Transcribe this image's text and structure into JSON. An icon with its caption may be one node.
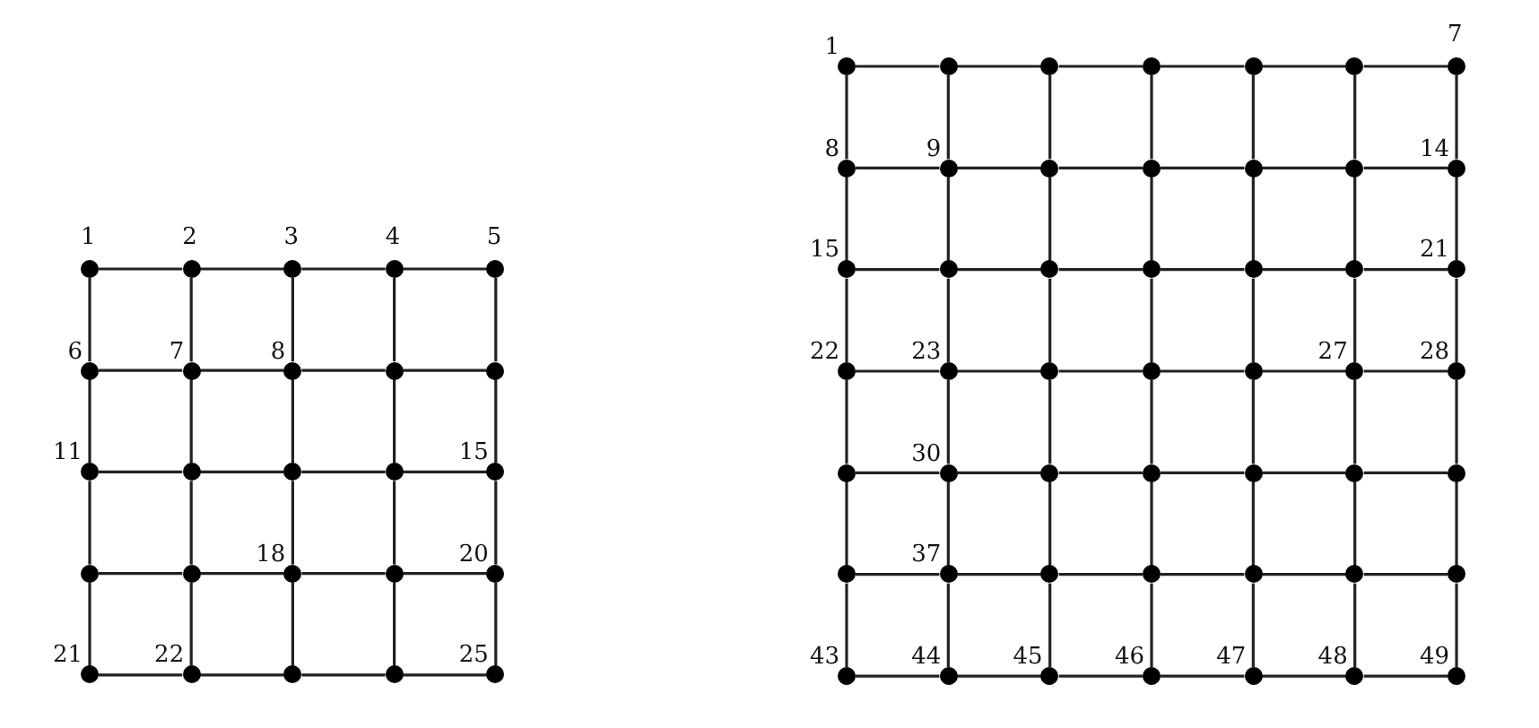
{
  "diagram": {
    "nodes": [
      {
        "text": [],
        "shape": "circle",
        "beside": [
          "1"
        ]
      },
      {
        "text": [],
        "shape": "circle",
        "beside": [
          "2"
        ]
      },
      {
        "text": [],
        "shape": "circle",
        "beside": [
          "3"
        ]
      },
      {
        "text": [],
        "shape": "circle",
        "beside": [
          "4"
        ]
      },
      {
        "text": [],
        "shape": "circle",
        "beside": [
          "5"
        ]
      },
      {
        "text": [],
        "shape": "circle",
        "beside": [
          "6"
        ]
      },
      {
        "text": [],
        "shape": "circle",
        "beside": [
          "7"
        ]
      },
      {
        "text": [],
        "shape": "circle",
        "beside": [
          "8"
        ]
      },
      {
        "text": [],
        "shape": "circle"
      },
      {
        "text": [],
        "shape": "circle"
      },
      {
        "text": [],
        "shape": "circle",
        "beside": [
          "11"
        ]
      },
      {
        "text": [],
        "shape": "circle"
      },
      {
        "text": [],
        "shape": "circle"
      },
      {
        "text": [],
        "shape": "circle"
      },
      {
        "text": [],
        "shape": "circle",
        "beside": [
          "15"
        ]
      },
      {
        "text": [],
        "shape": "circle"
      },
      {
        "text": [],
        "shape": "circle"
      },
      {
        "text": [],
        "shape": "circle",
        "beside": [
          "18"
        ]
      },
      {
        "text": [],
        "shape": "circle"
      },
      {
        "text": [],
        "shape": "circle",
        "beside": [
          "20"
        ]
      },
      {
        "text": [],
        "shape": "circle",
        "beside": [
          "21"
        ]
      },
      {
        "text": [],
        "shape": "circle",
        "beside": [
          "22"
        ]
      },
      {
        "text": [],
        "shape": "circle"
      },
      {
        "text": [],
        "shape": "circle"
      },
      {
        "text": [],
        "shape": "circle",
        "beside": [
          "25"
        ]
      },
      {
        "text": [],
        "shape": "circle",
        "beside": [
          "1"
        ]
      },
      {
        "text": [],
        "shape": "circle"
      },
      {
        "text": [],
        "shape": "circle"
      },
      {
        "text": [],
        "shape": "circle"
      },
      {
        "text": [],
        "shape": "circle"
      },
      {
        "text": [],
        "shape": "circle"
      },
      {
        "text": [],
        "shape": "circle",
        "beside": [
          "7"
        ]
      },
      {
        "text": [],
        "shape": "circle",
        "beside": [
          "8"
        ]
      },
      {
        "text": [],
        "shape": "circle",
        "beside": [
          "9"
        ]
      },
      {
        "text": [],
        "shape": "circle"
      },
      {
        "text": [],
        "shape": "circle"
      },
      {
        "text": [],
        "shape": "circle"
      },
      {
        "text": [],
        "shape": "circle"
      },
      {
        "text": [],
        "shape": "circle",
        "beside": [
          "14"
        ]
      },
      {
        "text": [],
        "shape": "circle",
        "beside": [
          "15"
        ]
      },
      {
        "text": [],
        "shape": "circle"
      },
      {
        "text": [],
        "shape": "circle"
      },
      {
        "text": [],
        "shape": "circle"
      },
      {
        "text": [],
        "shape": "circle"
      },
      {
        "text": [],
        "shape": "circle"
      },
      {
        "text": [],
        "shape": "circle",
        "beside": [
          "21"
        ]
      },
      {
        "text": [],
        "shape": "circle",
        "beside": [
          "22"
        ]
      },
      {
        "text": [],
        "shape": "circle",
        "beside": [
          "23"
        ]
      },
      {
        "text": [],
        "shape": "circle"
      },
      {
        "text": [],
        "shape": "circle"
      },
      {
        "text": [],
        "shape": "circle"
      },
      {
        "text": [],
        "shape": "circle",
        "beside": [
          "27"
        ]
      },
      {
        "text": [],
        "shape": "circle",
        "beside": [
          "28"
        ]
      },
      {
        "text": [],
        "shape": "circle"
      },
      {
        "text": [],
        "shape": "circle",
        "beside": [
          "30"
        ]
      },
      {
        "text": [],
        "shape": "circle"
      },
      {
        "text": [],
        "shape": "circle"
      },
      {
        "text": [],
        "shape": "circle"
      },
      {
        "text": [],
        "shape": "circle"
      },
      {
        "text": [],
        "shape": "circle"
      },
      {
        "text": [],
        "shape": "circle"
      },
      {
        "text": [],
        "shape": "circle",
        "beside": [
          "37"
        ]
      },
      {
        "text": [],
        "shape": "circle"
      },
      {
        "text": [],
        "shape": "circle"
      },
      {
        "text": [],
        "shape": "circle"
      },
      {
        "text": [],
        "shape": "circle"
      },
      {
        "text": [],
        "shape": "circle"
      },
      {
        "text": [],
        "shape": "circle",
        "beside": [
          "43"
        ]
      },
      {
        "text": [],
        "shape": "circle",
        "beside": [
          "44"
        ]
      },
      {
        "text": [],
        "shape": "circle",
        "beside": [
          "45"
        ]
      },
      {
        "text": [],
        "shape": "circle",
        "beside": [
          "46"
        ]
      },
      {
        "text": [],
        "shape": "circle",
        "beside": [
          "47"
        ]
      },
      {
        "text": [],
        "shape": "circle",
        "beside": [
          "48"
        ]
      },
      {
        "text": [],
        "shape": "circle",
        "beside": [
          "49"
        ]
      }
    ],
    "edges": [
      {
        "from": 0,
        "to": 1,
        "arrow": "none"
      },
      {
        "from": 1,
        "to": 2,
        "arrow": "none"
      },
      {
        "from": 2,
        "to": 3,
        "arrow": "none"
      },
      {
        "from": 3,
        "to": 4,
        "arrow": "none"
      },
      {
        "from": 5,
        "to": 6,
        "arrow": "none"
      },
      {
        "from": 6,
        "to": 7,
        "arrow": "none"
      },
      {
        "from": 7,
        "to": 8,
        "arrow": "none"
      },
      {
        "from": 8,
        "to": 9,
        "arrow": "none"
      },
      {
        "from": 10,
        "to": 11,
        "arrow": "none"
      },
      {
        "from": 11,
        "to": 12,
        "arrow": "none"
      },
      {
        "from": 12,
        "to": 13,
        "arrow": "none"
      },
      {
        "from": 13,
        "to": 14,
        "arrow": "none"
      },
      {
        "from": 15,
        "to": 16,
        "arrow": "none"
      },
      {
        "from": 16,
        "to": 17,
        "arrow": "none"
      },
      {
        "from": 17,
        "to": 18,
        "arrow": "none"
      },
      {
        "from": 18,
        "to": 19,
        "arrow": "none"
      },
      {
        "from": 20,
        "to": 21,
        "arrow": "none"
      },
      {
        "from": 21,
        "to": 22,
        "arrow": "none"
      },
      {
        "from": 22,
        "to": 23,
        "arrow": "none"
      },
      {
        "from": 23,
        "to": 24,
        "arrow": "none"
      },
      {
        "from": 0,
        "to": 5,
        "arrow": "none"
      },
      {
        "from": 1,
        "to": 6,
        "arrow": "none"
      },
      {
        "from": 2,
        "to": 7,
        "arrow": "none"
      },
      {
        "from": 3,
        "to": 8,
        "arrow": "none"
      },
      {
        "from": 4,
        "to": 9,
        "arrow": "none"
      },
      {
        "from": 5,
        "to": 10,
        "arrow": "none"
      },
      {
        "from": 6,
        "to": 11,
        "arrow": "none"
      },
      {
        "from": 7,
        "to": 12,
        "arrow": "none"
      },
      {
        "from": 8,
        "to": 13,
        "arrow": "none"
      },
      {
        "from": 9,
        "to": 14,
        "arrow": "none"
      },
      {
        "from": 10,
        "to": 15,
        "arrow": "none"
      },
      {
        "from": 11,
        "to": 16,
        "arrow": "none"
      },
      {
        "from": 12,
        "to": 17,
        "arrow": "none"
      },
      {
        "from": 13,
        "to": 18,
        "arrow": "none"
      },
      {
        "from": 14,
        "to": 19,
        "arrow": "none"
      },
      {
        "from": 15,
        "to": 20,
        "arrow": "none"
      },
      {
        "from": 16,
        "to": 21,
        "arrow": "none"
      },
      {
        "from": 17,
        "to": 22,
        "arrow": "none"
      },
      {
        "from": 18,
        "to": 23,
        "arrow": "none"
      },
      {
        "from": 19,
        "to": 24,
        "arrow": "none"
      },
      {
        "from": 25,
        "to": 26,
        "arrow": "none"
      },
      {
        "from": 26,
        "to": 27,
        "arrow": "none"
      },
      {
        "from": 27,
        "to": 28,
        "arrow": "none"
      },
      {
        "from": 28,
        "to": 29,
        "arrow": "none"
      },
      {
        "from": 29,
        "to": 30,
        "arrow": "none"
      },
      {
        "from": 30,
        "to": 31,
        "arrow": "none"
      },
      {
        "from": 32,
        "to": 33,
        "arrow": "none"
      },
      {
        "from": 33,
        "to": 34,
        "arrow": "none"
      },
      {
        "from": 34,
        "to": 35,
        "arrow": "none"
      },
      {
        "from": 35,
        "to": 36,
        "arrow": "none"
      },
      {
        "from": 36,
        "to": 37,
        "arrow": "none"
      },
      {
        "from": 37,
        "to": 38,
        "arrow": "none"
      },
      {
        "from": 39,
        "to": 40,
        "arrow": "none"
      },
      {
        "from": 40,
        "to": 41,
        "arrow": "none"
      },
      {
        "from": 41,
        "to": 42,
        "arrow": "none"
      },
      {
        "from": 42,
        "to": 43,
        "arrow": "none"
      },
      {
        "from": 43,
        "to": 44,
        "arrow": "none"
      },
      {
        "from": 44,
        "to": 45,
        "arrow": "none"
      },
      {
        "from": 46,
        "to": 47,
        "arrow": "none"
      },
      {
        "from": 47,
        "to": 48,
        "arrow": "none"
      },
      {
        "from": 48,
        "to": 49,
        "arrow": "none"
      },
      {
        "from": 49,
        "to": 50,
        "arrow": "none"
      },
      {
        "from": 50,
        "to": 51,
        "arrow": "none"
      },
      {
        "from": 51,
        "to": 52,
        "arrow": "none"
      },
      {
        "from": 53,
        "to": 54,
        "arrow": "none"
      },
      {
        "from": 54,
        "to": 55,
        "arrow": "none"
      },
      {
        "from": 55,
        "to": 56,
        "arrow": "none"
      },
      {
        "from": 56,
        "to": 57,
        "arrow": "none"
      },
      {
        "from": 57,
        "to": 58,
        "arrow": "none"
      },
      {
        "from": 58,
        "to": 59,
        "arrow": "none"
      },
      {
        "from": 60,
        "to": 61,
        "arrow": "none"
      },
      {
        "from": 61,
        "to": 62,
        "arrow": "none"
      },
      {
        "from": 62,
        "to": 63,
        "arrow": "none"
      },
      {
        "from": 63,
        "to": 64,
        "arrow": "none"
      },
      {
        "from": 64,
        "to": 65,
        "arrow": "none"
      },
      {
        "from": 65,
        "to": 66,
        "arrow": "none"
      },
      {
        "from": 67,
        "to": 68,
        "arrow": "none"
      },
      {
        "from": 68,
        "to": 69,
        "arrow": "none"
      },
      {
        "from": 69,
        "to": 70,
        "arrow": "none"
      },
      {
        "from": 70,
        "to": 71,
        "arrow": "none"
      },
      {
        "from": 71,
        "to": 72,
        "arrow": "none"
      },
      {
        "from": 72,
        "to": 73,
        "arrow": "none"
      },
      {
        "from": 25,
        "to": 32,
        "arrow": "none"
      },
      {
        "from": 26,
        "to": 33,
        "arrow": "none"
      },
      {
        "from": 27,
        "to": 34,
        "arrow": "none"
      },
      {
        "from": 28,
        "to": 35,
        "arrow": "none"
      },
      {
        "from": 29,
        "to": 36,
        "arrow": "none"
      },
      {
        "from": 30,
        "to": 37,
        "arrow": "none"
      },
      {
        "from": 31,
        "to": 38,
        "arrow": "none"
      },
      {
        "from": 32,
        "to": 39,
        "arrow": "none"
      },
      {
        "from": 33,
        "to": 40,
        "arrow": "none"
      },
      {
        "from": 34,
        "to": 41,
        "arrow": "none"
      },
      {
        "from": 35,
        "to": 42,
        "arrow": "none"
      },
      {
        "from": 36,
        "to": 43,
        "arrow": "none"
      },
      {
        "from": 37,
        "to": 44,
        "arrow": "none"
      },
      {
        "from": 38,
        "to": 45,
        "arrow": "none"
      },
      {
        "from": 39,
        "to": 46,
        "arrow": "none"
      },
      {
        "from": 40,
        "to": 47,
        "arrow": "none"
      },
      {
        "from": 41,
        "to": 48,
        "arrow": "none"
      },
      {
        "from": 42,
        "to": 49,
        "arrow": "none"
      },
      {
        "from": 43,
        "to": 50,
        "arrow": "none"
      },
      {
        "from": 44,
        "to": 51,
        "arrow": "none"
      },
      {
        "from": 45,
        "to": 52,
        "arrow": "none"
      },
      {
        "from": 46,
        "to": 53,
        "arrow": "none"
      },
      {
        "from": 47,
        "to": 54,
        "arrow": "none"
      },
      {
        "from": 48,
        "to": 55,
        "arrow": "none"
      },
      {
        "from": 49,
        "to": 56,
        "arrow": "none"
      },
      {
        "from": 50,
        "to": 57,
        "arrow": "none"
      },
      {
        "from": 51,
        "to": 58,
        "arrow": "none"
      },
      {
        "from": 52,
        "to": 59,
        "arrow": "none"
      },
      {
        "from": 53,
        "to": 60,
        "arrow": "none"
      },
      {
        "from": 54,
        "to": 61,
        "arrow": "none"
      },
      {
        "from": 55,
        "to": 62,
        "arrow": "none"
      },
      {
        "from": 56,
        "to": 63,
        "arrow": "none"
      },
      {
        "from": 57,
        "to": 64,
        "arrow": "none"
      },
      {
        "from": 58,
        "to": 65,
        "arrow": "none"
      },
      {
        "from": 59,
        "to": 66,
        "arrow": "none"
      },
      {
        "from": 60,
        "to": 67,
        "arrow": "none"
      },
      {
        "from": 61,
        "to": 68,
        "arrow": "none"
      },
      {
        "from": 62,
        "to": 69,
        "arrow": "none"
      },
      {
        "from": 63,
        "to": 70,
        "arrow": "none"
      },
      {
        "from": 64,
        "to": 71,
        "arrow": "none"
      },
      {
        "from": 65,
        "to": 72,
        "arrow": "none"
      },
      {
        "from": 66,
        "to": 73,
        "arrow": "none"
      }
    ]
  }
}
